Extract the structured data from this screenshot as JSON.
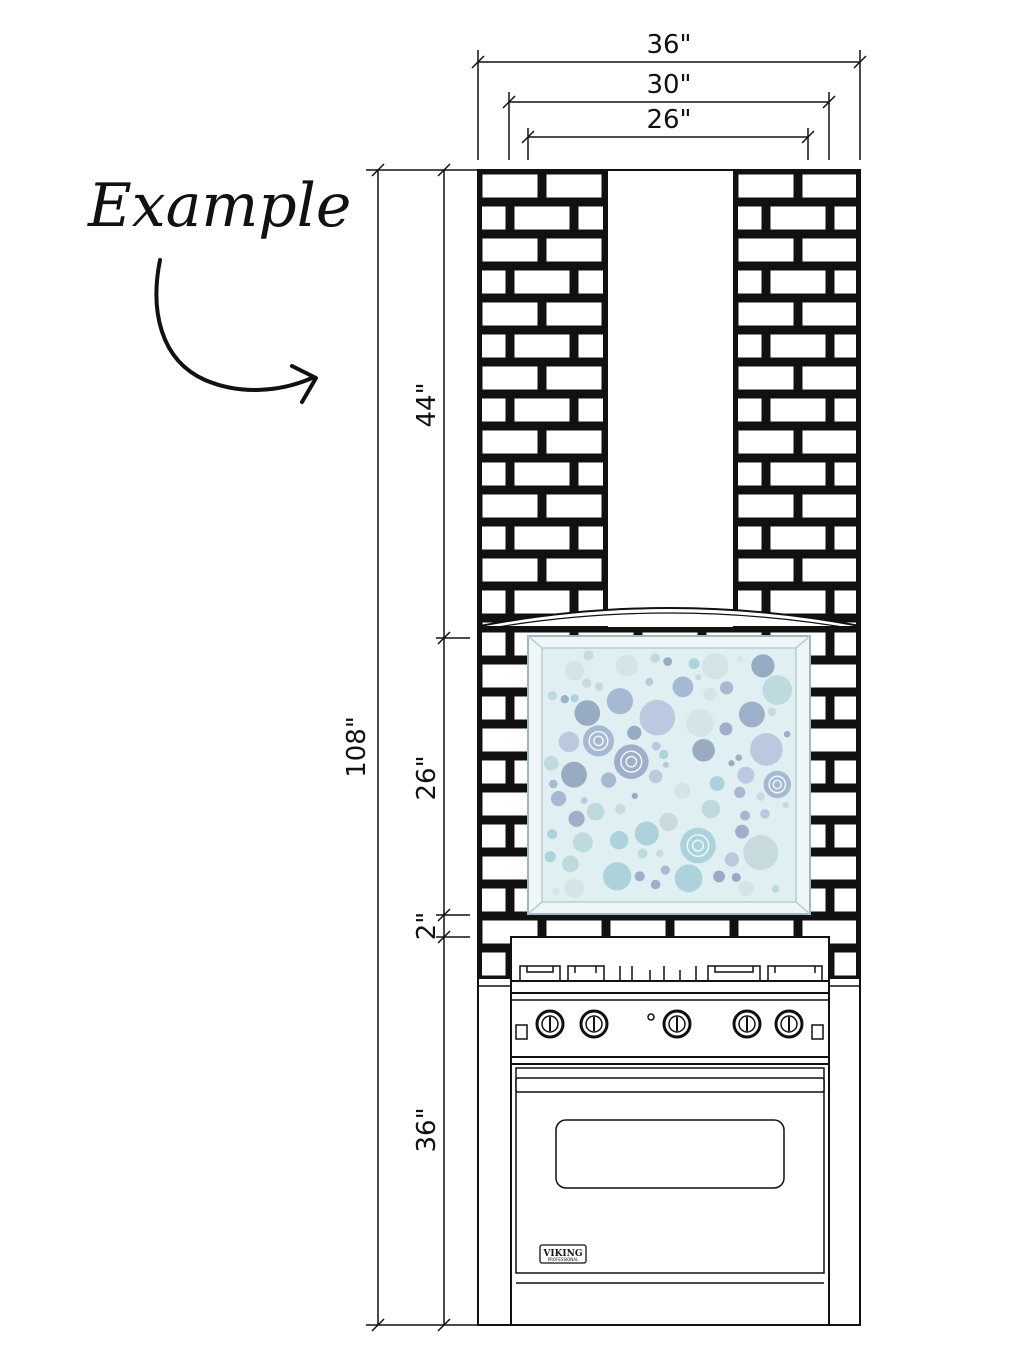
{
  "annotation": {
    "text": "Example"
  },
  "dimensions": {
    "width_total": "36\"",
    "width_hood": "30\"",
    "width_tile": "26\"",
    "height_total": "108\"",
    "height_upper": "44\"",
    "height_tile": "26\"",
    "height_gap": "2\"",
    "height_range": "36\""
  },
  "range": {
    "brand": "VIKING",
    "sub": "PROFESSIONAL"
  },
  "colors": {
    "line": "#111111",
    "tile_bg": "#dfeff2",
    "tile_palette": [
      "#9fb3cf",
      "#b6c4dd",
      "#c4d8dc",
      "#a6cfd8",
      "#8fa3bd",
      "#d2e3e6",
      "#b9d7dd",
      "#97a8c4"
    ]
  }
}
